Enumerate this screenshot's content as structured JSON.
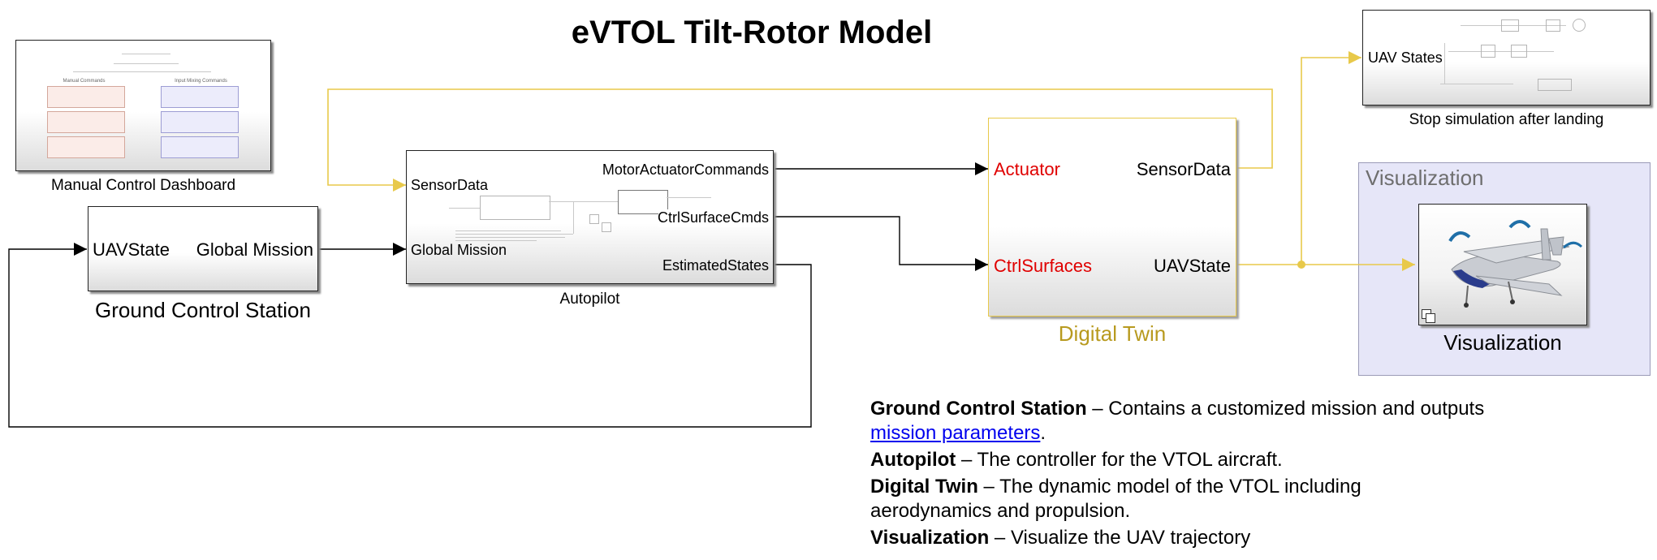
{
  "title": "eVTOL Tilt-Rotor Model",
  "blocks": {
    "dashboard": {
      "label": "Manual Control Dashboard",
      "left_panel": "Manual Commands",
      "right_panel": "Input Mixing Commands"
    },
    "ground_control": {
      "label": "Ground Control Station",
      "ports": {
        "in_uav_state": "UAVState",
        "out_global_mission": "Global Mission"
      }
    },
    "autopilot": {
      "label": "Autopilot",
      "ports": {
        "in_sensor_data": "SensorData",
        "in_global_mission": "Global Mission",
        "out_motor_actuator": "MotorActuatorCommands",
        "out_ctrl_surface": "CtrlSurfaceCmds",
        "out_estimated": "EstimatedStates"
      }
    },
    "digital_twin": {
      "label": "Digital Twin",
      "ports": {
        "in_actuator": "Actuator",
        "in_ctrl_surfaces": "CtrlSurfaces",
        "out_sensor_data": "SensorData",
        "out_uav_state": "UAVState"
      }
    },
    "stop_sim": {
      "label": "Stop simulation after landing",
      "ports": {
        "in_uav_states": "UAV States"
      }
    },
    "visualization": {
      "area_title": "Visualization",
      "label": "Visualization"
    }
  },
  "description": {
    "ground_control": {
      "term": "Ground Control Station",
      "text": " – Contains a customized mission and outputs ",
      "link": "mission parameters",
      "end": "."
    },
    "autopilot": {
      "term": "Autopilot",
      "text": " – The controller for the VTOL aircraft."
    },
    "digital_twin": {
      "term": "Digital Twin",
      "text": " – The dynamic model of the VTOL including aerodynamics and propulsion."
    },
    "visualization": {
      "term": "Visualization",
      "text": " – Visualize the UAV trajectory"
    }
  },
  "colors": {
    "signal": "#000000",
    "feedback_signal": "#e8c94a",
    "digital_twin_label": "#b89a1f",
    "input_port_red": "#e00000",
    "visualization_area": "#e6e6f8"
  },
  "icons": [
    "arrowhead-icon",
    "junction-dot-icon",
    "aircraft-image",
    "subsystem-link-icon"
  ]
}
